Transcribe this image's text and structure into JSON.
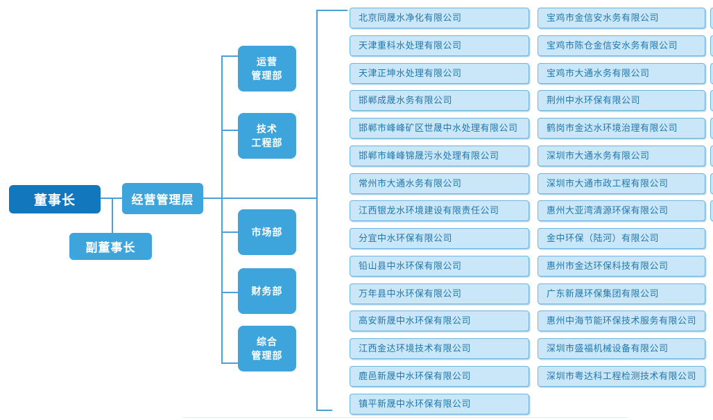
{
  "nodes": {
    "chairman": "董事长",
    "vice_chairman": "副董事长",
    "management": "经营管理层"
  },
  "departments": [
    {
      "label": "运营\n管理部"
    },
    {
      "label": "技术\n工程部"
    },
    {
      "label": "市场部"
    },
    {
      "label": "财务部"
    },
    {
      "label": "综合\n管理部"
    }
  ],
  "companies_left": [
    "北京同晟水净化有限公司",
    "天津重科水处理有限公司",
    "天津正坤水处理有限公司",
    "邯郸成晟水务有限公司",
    "邯郸市峰峰矿区世晟中水处理有限公司",
    "邯郸市峰峰锦晟污水处理有限公司",
    "常州市大通水务有限公司",
    "江西银龙水环境建设有限责任公司",
    "分宜中水环保有限公司",
    "铅山县中水环保有限公司",
    "万年县中水环保有限公司",
    "高安新晟中水环保有限公司",
    "江西金达环境技术有限公司",
    "鹿邑新晟中水环保有限公司",
    "镇平新晟中水环保有限公司"
  ],
  "companies_right": [
    "宝鸡市金信安水务有限公司",
    "宝鸡市陈仓金信安水务有限公司",
    "宝鸡市大通水务有限公司",
    "荆州中水环保有限公司",
    "鹤岗市金达水环境治理有限公司",
    "深圳市大通水务有限公司",
    "深圳市大通市政工程有限公司",
    "惠州大亚湾清源环保有限公司",
    "金中环保（陆河）有限公司",
    "惠州市金达环保科技有限公司",
    "广东新晟环保集团有限公司",
    "惠州中海节能环保技术服务有限公司",
    "深圳市盛福机械设备有限公司",
    "深圳市粤达科工程检测技术有限公司"
  ],
  "colors": {
    "dark_blue": "#1277bd",
    "mid_blue": "#3da4dc",
    "line": "#4a9fd7",
    "company_fill": "#c9e7f9",
    "company_border": "#6eb4e0",
    "company_shadow": "#b3d5ec",
    "company_text": "#2277ac"
  }
}
